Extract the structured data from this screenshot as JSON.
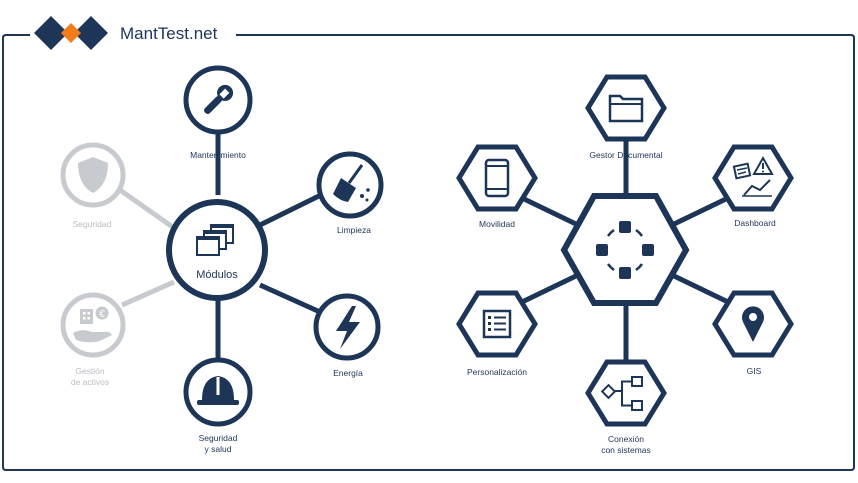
{
  "brand": {
    "name": "MantTest.net"
  },
  "colors": {
    "primary": "#1d3557",
    "muted": "#c7cacf",
    "accent": "#f07d19"
  },
  "left_diagram": {
    "center_label": "Módulos",
    "nodes": [
      {
        "id": "mantenimiento",
        "icon": "wrench-icon",
        "label_lines": [
          "Mantenimiento"
        ],
        "active": true
      },
      {
        "id": "limpieza",
        "icon": "broom-icon",
        "label_lines": [
          "Limpieza"
        ],
        "active": true
      },
      {
        "id": "energia",
        "icon": "lightning-icon",
        "label_lines": [
          "Energía"
        ],
        "active": true
      },
      {
        "id": "seguridad-salud",
        "icon": "hard-hat-icon",
        "label_lines": [
          "Seguridad",
          "y salud"
        ],
        "active": true
      },
      {
        "id": "seguridad",
        "icon": "shield-icon",
        "label_lines": [
          "Seguridad"
        ],
        "active": false
      },
      {
        "id": "gestion-activos",
        "icon": "asset-hand-icon",
        "label_lines": [
          "Gestión",
          "de activos"
        ],
        "active": false
      }
    ]
  },
  "right_diagram": {
    "center_icon": "network-icon",
    "nodes": [
      {
        "id": "gestor-documental",
        "icon": "folder-icon",
        "label_lines": [
          "Gestor Documental"
        ]
      },
      {
        "id": "movilidad",
        "icon": "mobile-icon",
        "label_lines": [
          "Movilidad"
        ]
      },
      {
        "id": "dashboard",
        "icon": "dashboard-icon",
        "label_lines": [
          "Dashboard"
        ]
      },
      {
        "id": "personalizacion",
        "icon": "list-icon",
        "label_lines": [
          "Personalización"
        ]
      },
      {
        "id": "gis",
        "icon": "map-pin-icon",
        "label_lines": [
          "GIS"
        ]
      },
      {
        "id": "conexion",
        "icon": "flow-icon",
        "label_lines": [
          "Conexión",
          "con sistemas"
        ]
      }
    ]
  }
}
